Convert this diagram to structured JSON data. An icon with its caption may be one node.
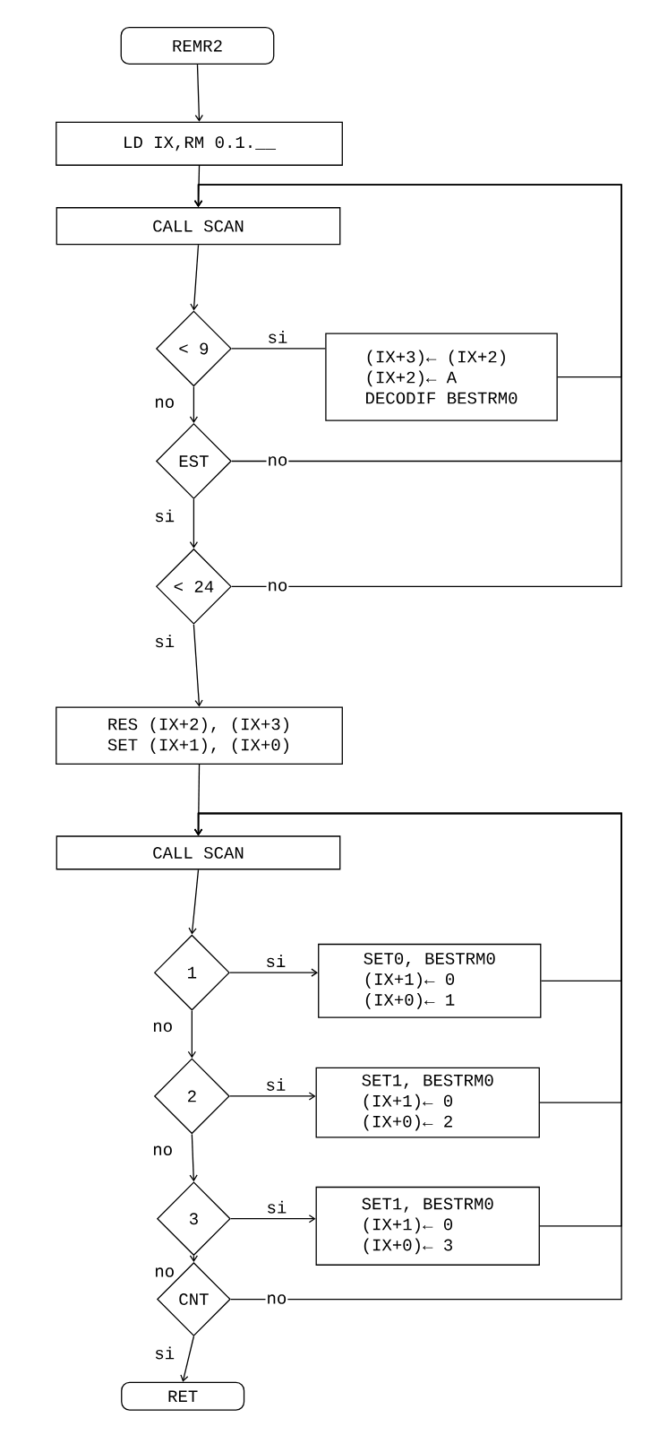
{
  "diagram": {
    "nodes": [
      {
        "text": [
          "REMR2"
        ]
      },
      {
        "text": [
          "LD IX,RM 0.1.__"
        ]
      },
      {
        "text": [
          "CALL SCAN"
        ]
      },
      {
        "text": [
          "< 9"
        ]
      },
      {
        "text": [
          "(IX+3)← (IX+2)",
          "(IX+2)← A",
          "DECODIF BESTRM0"
        ]
      },
      {
        "text": [
          "EST"
        ]
      },
      {
        "text": [
          "< 24"
        ]
      },
      {
        "text": [
          "RES (IX+2), (IX+3)",
          "SET (IX+1), (IX+0)"
        ]
      },
      {
        "text": [
          "CALL SCAN"
        ]
      },
      {
        "text": [
          "1"
        ]
      },
      {
        "text": [
          "SET0, BESTRM0",
          "(IX+1)← 0",
          "(IX+0)← 1"
        ]
      },
      {
        "text": [
          "2"
        ]
      },
      {
        "text": [
          "SET1, BESTRM0",
          "(IX+1)← 0",
          "(IX+0)← 2"
        ]
      },
      {
        "text": [
          "3"
        ]
      },
      {
        "text": [
          "SET1, BESTRM0",
          "(IX+1)← 0",
          "(IX+0)← 3"
        ]
      },
      {
        "text": [
          "CNT"
        ]
      },
      {
        "text": [
          "RET"
        ]
      }
    ],
    "edges": [
      {
        "from": 0,
        "to": 1,
        "arrow": "to"
      },
      {
        "from": 1,
        "to": 2,
        "arrow": "to"
      },
      {
        "from": 2,
        "to": 3,
        "arrow": "to"
      },
      {
        "from": 3,
        "to": 4,
        "arrow": "none",
        "label": "si"
      },
      {
        "from": 3,
        "to": 5,
        "arrow": "to",
        "label": "no"
      },
      {
        "from": 4,
        "to": 2,
        "arrow": "to"
      },
      {
        "from": 5,
        "to": 2,
        "arrow": "to",
        "label": "no"
      },
      {
        "from": 5,
        "to": 6,
        "arrow": "to",
        "label": "si"
      },
      {
        "from": 6,
        "to": 2,
        "arrow": "to",
        "label": "no"
      },
      {
        "from": 6,
        "to": 7,
        "arrow": "to",
        "label": "si"
      },
      {
        "from": 7,
        "to": 8,
        "arrow": "to"
      },
      {
        "from": 8,
        "to": 9,
        "arrow": "to"
      },
      {
        "from": 9,
        "to": 10,
        "arrow": "to",
        "label": "si"
      },
      {
        "from": 9,
        "to": 11,
        "arrow": "to",
        "label": "no"
      },
      {
        "from": 10,
        "to": 8,
        "arrow": "to"
      },
      {
        "from": 11,
        "to": 12,
        "arrow": "to",
        "label": "si"
      },
      {
        "from": 11,
        "to": 13,
        "arrow": "to",
        "label": "no"
      },
      {
        "from": 12,
        "to": 8,
        "arrow": "to"
      },
      {
        "from": 13,
        "to": 14,
        "arrow": "to",
        "label": "si"
      },
      {
        "from": 13,
        "to": 15,
        "arrow": "to",
        "label": "no"
      },
      {
        "from": 14,
        "to": 8,
        "arrow": "to"
      },
      {
        "from": 15,
        "to": 8,
        "arrow": "to",
        "label": "no"
      },
      {
        "from": 15,
        "to": 16,
        "arrow": "to",
        "label": "si"
      }
    ]
  }
}
